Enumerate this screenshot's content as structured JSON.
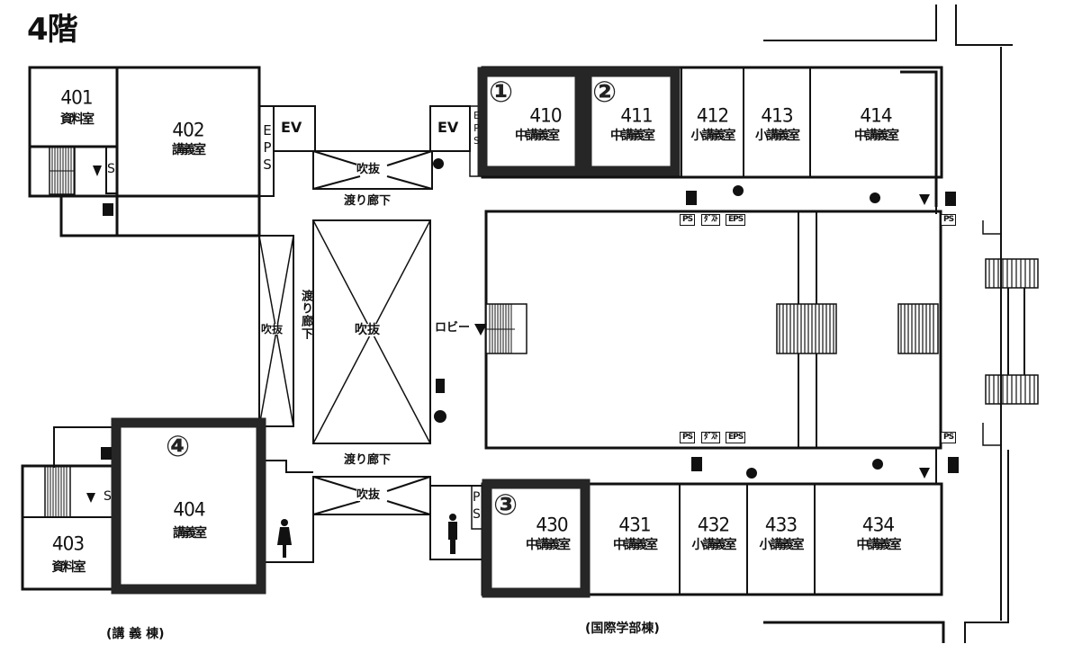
{
  "floor_title": "4階",
  "buildings": {
    "lecture": "(講 義 棟)",
    "international": "(国際学部棟)"
  },
  "highlights": [
    {
      "badge": "①",
      "room": "410"
    },
    {
      "badge": "②",
      "room": "411"
    },
    {
      "badge": "③",
      "room": "430"
    },
    {
      "badge": "④",
      "room": "404"
    }
  ],
  "rooms": {
    "r401": {
      "number": "401",
      "name": "資料室"
    },
    "r402": {
      "number": "402",
      "name": "講義室"
    },
    "r403": {
      "number": "403",
      "name": "資料室"
    },
    "r404": {
      "number": "404",
      "name": "講義室"
    },
    "r410": {
      "number": "410",
      "name": "中講義室"
    },
    "r411": {
      "number": "411",
      "name": "中講義室"
    },
    "r412": {
      "number": "412",
      "name": "小講義室"
    },
    "r413": {
      "number": "413",
      "name": "小講義室"
    },
    "r414": {
      "number": "414",
      "name": "中講義室"
    },
    "r430": {
      "number": "430",
      "name": "中講義室"
    },
    "r431": {
      "number": "431",
      "name": "中講義室"
    },
    "r432": {
      "number": "432",
      "name": "小講義室"
    },
    "r433": {
      "number": "433",
      "name": "小講義室"
    },
    "r434": {
      "number": "434",
      "name": "中講義室"
    }
  },
  "labels": {
    "ev": "EV",
    "eps": "EPS",
    "ps": "PS",
    "s": "S",
    "p": "P",
    "dust": "ﾀﾞｽﾄ",
    "void": "吹抜",
    "corridor": "渡り廊下",
    "lobby": "ロビー"
  }
}
